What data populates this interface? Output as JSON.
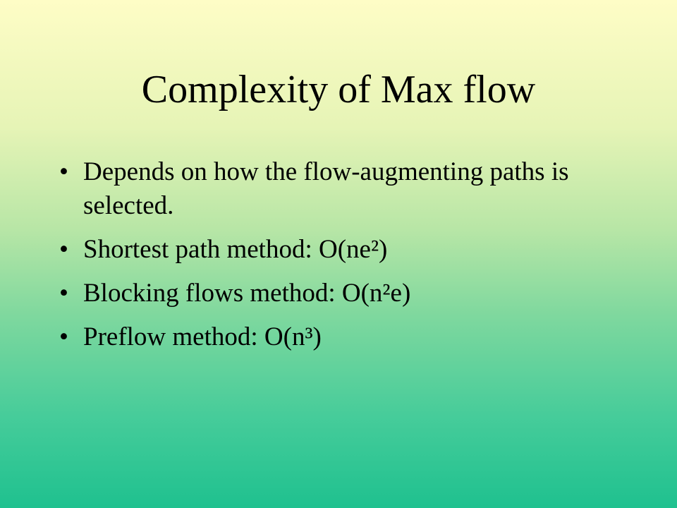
{
  "slide": {
    "title": "Complexity of Max flow",
    "bullet_symbol": "•",
    "bullets": [
      {
        "text": "Depends on how the flow-augmenting paths is selected."
      },
      {
        "text": "Shortest path method: O(ne²)"
      },
      {
        "text": "Blocking flows method: O(n²e)"
      },
      {
        "text": "Preflow method: O(n³)"
      }
    ],
    "colors": {
      "gradient_top": "#fefdc6",
      "gradient_bottom": "#1fc18f",
      "text": "#000000"
    }
  }
}
